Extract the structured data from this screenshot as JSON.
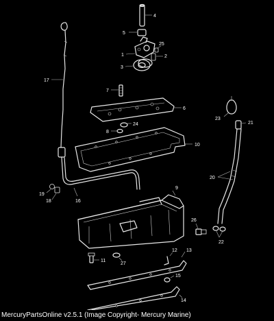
{
  "footer": {
    "text": "MercuryPartsOnline v2.5.1 (Image Copyright- Mercury Marine)"
  },
  "callouts": {
    "c1": "1",
    "c2": "2",
    "c3": "3",
    "c4": "4",
    "c5": "5",
    "c6": "6",
    "c7": "7",
    "c8": "8",
    "c9": "9",
    "c10": "10",
    "c11": "11",
    "c12": "12",
    "c13": "13",
    "c14": "14",
    "c15": "15",
    "c16": "16",
    "c17": "17",
    "c18": "18",
    "c19": "19",
    "c20": "20",
    "c21": "21",
    "c22": "22",
    "c23": "23",
    "c24": "24",
    "c25": "25",
    "c26": "26",
    "c27": "27"
  }
}
